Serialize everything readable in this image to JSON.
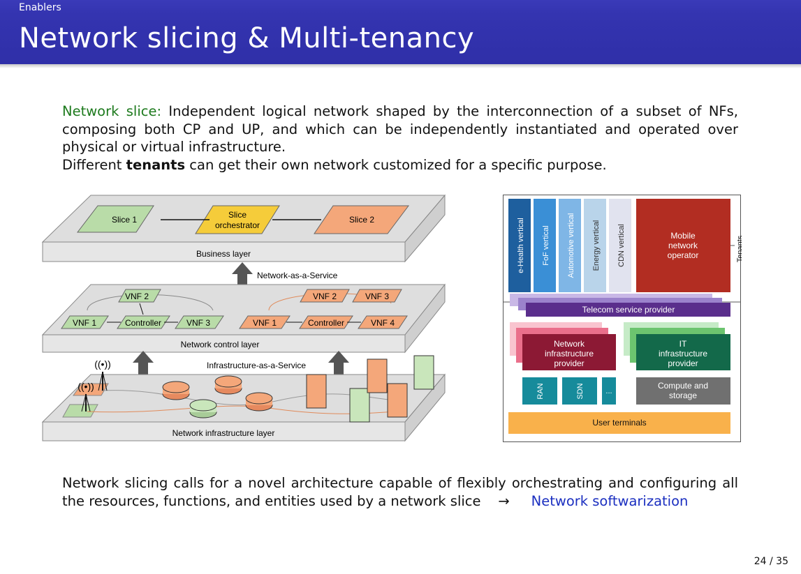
{
  "header": {
    "section": "Enablers",
    "title": "Network slicing & Multi-tenancy"
  },
  "definition": {
    "term": "Network slice:",
    "text": "Independent logical network shaped by the interconnection of a subset of NFs, composing both CP and UP, and which can be independently instantiated and operated over physical or virtual infrastructure.",
    "tenants_prefix": "Different",
    "tenants_bold": "tenants",
    "tenants_suffix": "can get their own network customized for a specific purpose."
  },
  "left_figure": {
    "business_layer": "Business layer",
    "slice1": "Slice 1",
    "slice_orch_1": "Slice",
    "slice_orch_2": "orchestrator",
    "slice2": "Slice 2",
    "naas": "Network-as-a-Service",
    "control_layer": "Network control layer",
    "vnf1": "VNF 1",
    "vnf2": "VNF 2",
    "vnf3": "VNF 3",
    "vnf4": "VNF 4",
    "controller": "Controller",
    "iaas": "Infrastructure-as-a-Service",
    "infra_layer": "Network infrastructure layer"
  },
  "right_figure": {
    "verticals": [
      "e-Health vertical",
      "FoF vertical",
      "Automotive vertical",
      "Energy vertical",
      "CDN vertical"
    ],
    "mno_1": "Mobile",
    "mno_2": "network",
    "mno_3": "operator",
    "tenants": "Tenants",
    "tsp": "Telecom service provider",
    "nip_1": "Network",
    "nip_2": "infrastructure",
    "nip_3": "provider",
    "itp_1": "IT",
    "itp_2": "infrastructure",
    "itp_3": "provider",
    "ran": "RAN",
    "sdn": "SDN",
    "more": "...",
    "compute_1": "Compute and",
    "compute_2": "storage",
    "user_terminals": "User terminals"
  },
  "conclusion": {
    "text": "Network slicing calls for a novel architecture capable of flexibly orchestrating and configuring all the resources, functions, and entities used by a network slice",
    "arrow": "→",
    "link": "Network softwarization"
  },
  "page_number": "24 / 35",
  "colors": {
    "header": "#3434b0",
    "green_term": "#1d7a1d",
    "blue_link": "#1b2fc0"
  }
}
